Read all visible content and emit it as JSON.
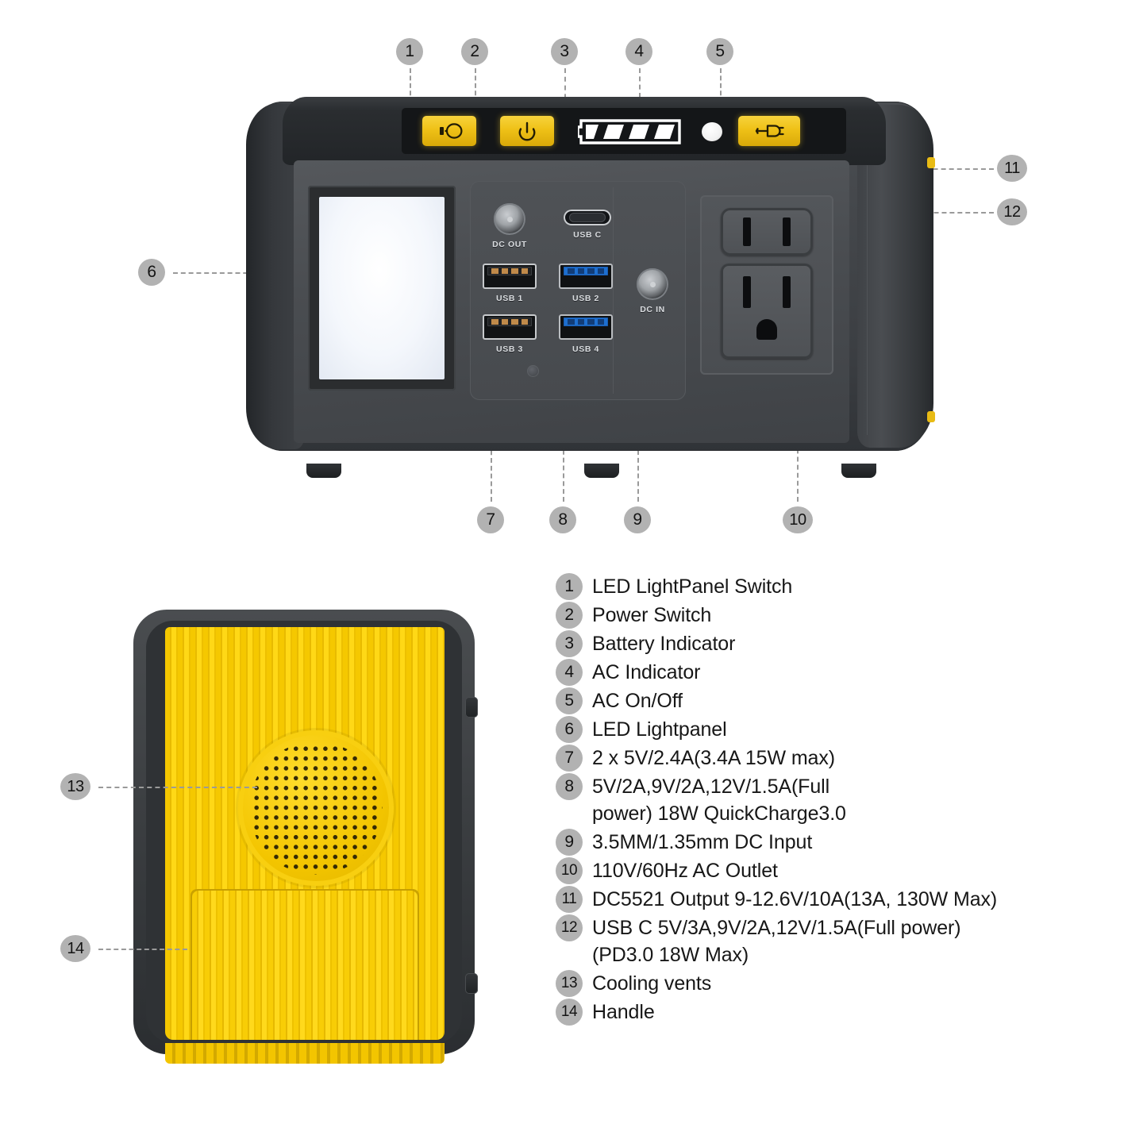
{
  "product": {
    "front_view": {
      "control_bar": {
        "buttons": [
          {
            "id": "led-switch",
            "icon": "lightbulb-icon",
            "color": "#efc117"
          },
          {
            "id": "power-switch",
            "icon": "power-icon",
            "color": "#efc117"
          },
          {
            "id": "ac-onoff",
            "icon": "plug-icon",
            "color": "#efc117"
          }
        ],
        "battery_indicator": {
          "icon": "battery-icon",
          "segments": 4,
          "filled": 4,
          "color": "#ffffff"
        },
        "ac_indicator": {
          "icon": "led-indicator-icon",
          "color": "#ffffff"
        }
      },
      "led_panel": {
        "name": "LED Lightpanel",
        "color": "#f2f6fc"
      },
      "ports": [
        {
          "label": "DC OUT",
          "type": "barrel"
        },
        {
          "label": "USB C",
          "type": "usb-c"
        },
        {
          "label": "USB 1",
          "type": "usb-a"
        },
        {
          "label": "USB 2",
          "type": "usb-a-blue"
        },
        {
          "label": "USB 3",
          "type": "usb-a"
        },
        {
          "label": "USB 4",
          "type": "usb-a-blue"
        },
        {
          "label": "DC IN",
          "type": "barrel"
        }
      ],
      "ac_outlets": {
        "count": 2,
        "style": "NEMA 5-15"
      }
    },
    "rear_view": {
      "body_color": "#f3c500",
      "vent": "cooling-vent-grille",
      "handle": "recessed-handle"
    }
  },
  "callouts": {
    "top": [
      {
        "n": "1"
      },
      {
        "n": "2"
      },
      {
        "n": "3"
      },
      {
        "n": "4"
      },
      {
        "n": "5"
      }
    ],
    "right": [
      {
        "n": "11"
      },
      {
        "n": "12"
      }
    ],
    "left": [
      {
        "n": "6"
      }
    ],
    "bottom": [
      {
        "n": "7"
      },
      {
        "n": "8"
      },
      {
        "n": "9"
      },
      {
        "n": "10"
      }
    ],
    "rear": [
      {
        "n": "13"
      },
      {
        "n": "14"
      }
    ]
  },
  "legend": {
    "items": [
      {
        "n": "1",
        "text": "LED LightPanel Switch"
      },
      {
        "n": "2",
        "text": "Power Switch"
      },
      {
        "n": "3",
        "text": "Battery Indicator"
      },
      {
        "n": "4",
        "text": "AC Indicator"
      },
      {
        "n": "5",
        "text": "AC On/Off"
      },
      {
        "n": "6",
        "text": "LED Lightpanel"
      },
      {
        "n": "7",
        "text": "2 x 5V/2.4A(3.4A 15W max)"
      },
      {
        "n": "8",
        "text": "5V/2A,9V/2A,12V/1.5A(Full\npower) 18W QuickCharge3.0"
      },
      {
        "n": "9",
        "text": "3.5MM/1.35mm DC Input"
      },
      {
        "n": "10",
        "text": "110V/60Hz AC Outlet"
      },
      {
        "n": "11",
        "text": " DC5521 Output 9-12.6V/10A(13A, 130W Max)"
      },
      {
        "n": "12",
        "text": "USB C 5V/3A,9V/2A,12V/1.5A(Full power)\n(PD3.0 18W Max)"
      },
      {
        "n": "13",
        "text": "Cooling vents"
      },
      {
        "n": "14",
        "text": "Handle"
      }
    ]
  },
  "colors": {
    "accent_yellow": "#f3c500",
    "body_dark": "#44474b",
    "callout_gray": "#b2b2b2",
    "leader_gray": "#9a9a9a",
    "background": "#ffffff"
  }
}
